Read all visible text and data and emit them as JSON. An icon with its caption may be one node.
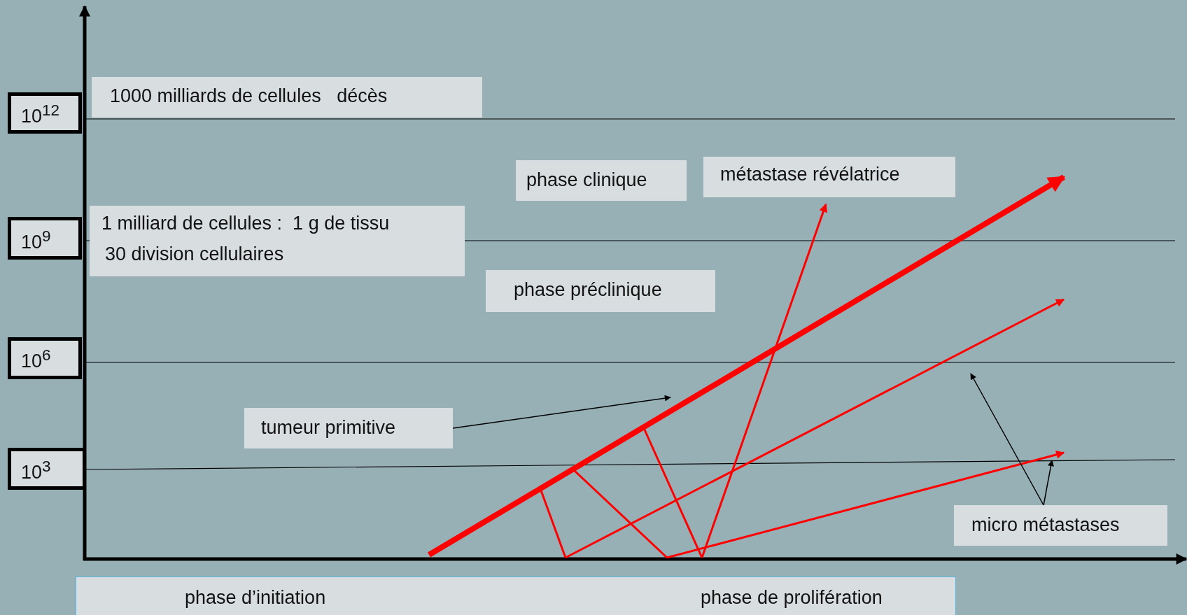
{
  "diagram": {
    "nodes": [
      {
        "text": [
          "10$^{12}$"
        ]
      },
      {
        "text": [
          "1000 milliards de cellules   décès"
        ]
      },
      {
        "text": [
          "phase clinique"
        ]
      },
      {
        "text": [
          "métastase révélatrice"
        ]
      },
      {
        "text": [
          "10$^{9}$"
        ]
      },
      {
        "text": [
          "1 milliard de cellules :  1 g de tissu",
          "30 division cellulaires"
        ]
      },
      {
        "text": [
          "phase préclinique"
        ]
      },
      {
        "text": [
          "10$^{6}$"
        ]
      },
      {
        "text": [
          "tumeur primitive"
        ]
      },
      {
        "text": [
          "10$^{3}$"
        ]
      },
      {
        "text": [
          "micro métastases"
        ]
      },
      {
        "text": [
          "phase d’initiation",
          "phase de prolifération"
        ]
      }
    ],
    "edges": [
      {
        "from": 8,
        "to": null,
        "arrow": "to"
      },
      {
        "from": 10,
        "to": null,
        "arrow": "to"
      },
      {
        "from": 10,
        "to": null,
        "arrow": "to"
      }
    ]
  }
}
